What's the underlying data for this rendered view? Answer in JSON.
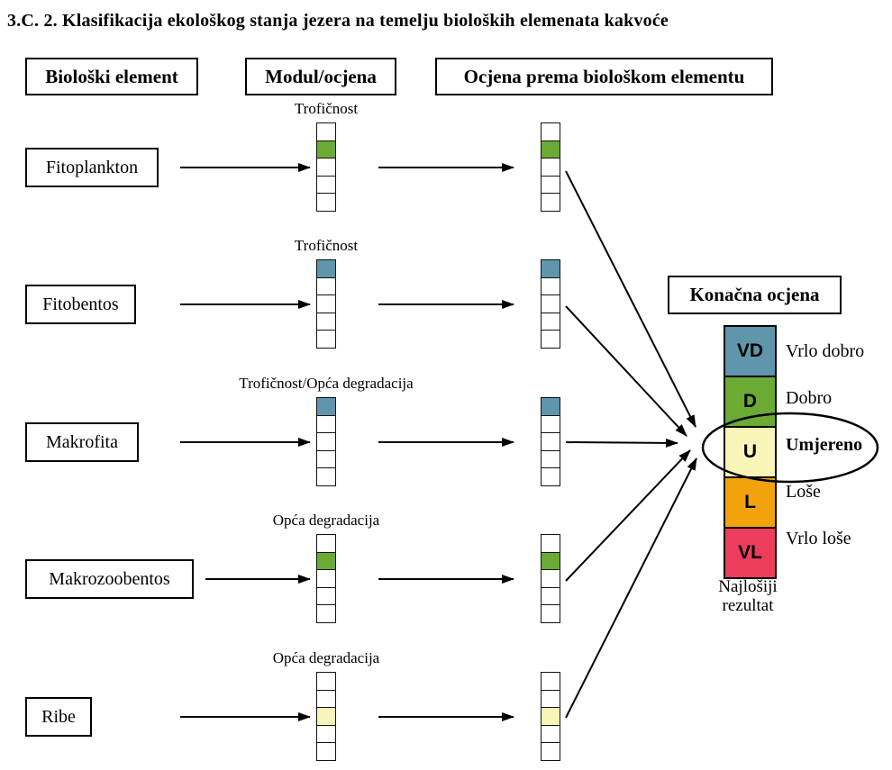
{
  "title": "3.C. 2. Klasifikacija ekološkog stanja jezera na temelju bioloških elemenata kakvoće",
  "columns": {
    "element_header": "Biološki element",
    "module_header": "Modul/ocjena",
    "assessment_header": "Ocjena prema biološkom elementu"
  },
  "rows": [
    {
      "element": "Fitoplankton",
      "module": "Trofičnost",
      "cell_index": 1,
      "cell_color": "#6aaa35"
    },
    {
      "element": "Fitobentos",
      "module": "Trofičnost",
      "cell_index": 0,
      "cell_color": "#5f96ab"
    },
    {
      "element": "Makrofita",
      "module": "Trofičnost/Opća degradacija",
      "cell_index": 0,
      "cell_color": "#5f96ab"
    },
    {
      "element": "Makrozoobentos",
      "module": "Opća degradacija",
      "cell_index": 1,
      "cell_color": "#6aaa35"
    },
    {
      "element": "Ribe",
      "module": "Opća degradacija",
      "cell_index": 2,
      "cell_color": "#f9f5b9"
    }
  ],
  "final": {
    "header": "Konačna ocjena",
    "note": "Najlošiji rezultat",
    "classes": [
      {
        "code": "VD",
        "label": "Vrlo dobro",
        "color": "#5f96ab",
        "highlighted": false
      },
      {
        "code": "D",
        "label": "Dobro",
        "color": "#6aaa35",
        "highlighted": false
      },
      {
        "code": "U",
        "label": "Umjereno",
        "color": "#f9f5b9",
        "highlighted": true
      },
      {
        "code": "L",
        "label": "Loše",
        "color": "#f2a30c",
        "highlighted": false
      },
      {
        "code": "VL",
        "label": "Vrlo loše",
        "color": "#ec3d5c",
        "highlighted": false
      }
    ]
  },
  "colors": {
    "line": "#000000",
    "cell_border": "#111111",
    "background": "#ffffff"
  }
}
